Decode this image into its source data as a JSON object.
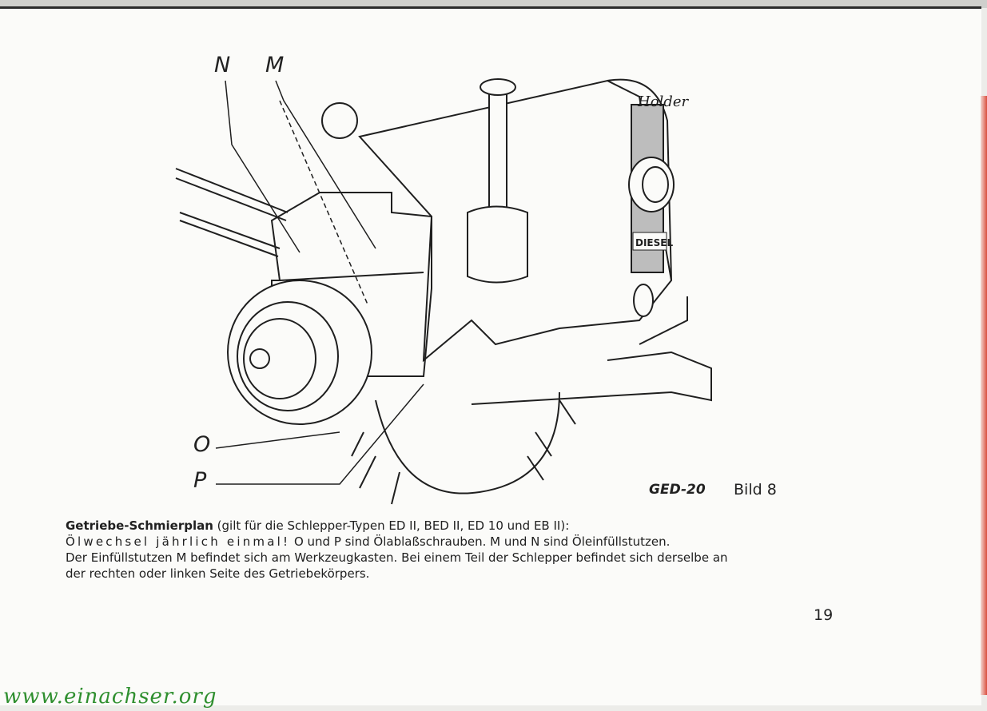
{
  "figure": {
    "labels": {
      "n": "N",
      "m": "M",
      "o": "O",
      "p": "P"
    },
    "plate_text_top": "Holder",
    "plate_text_diesel": "DIESEL",
    "caption_code": "GED-20",
    "caption_bild": "Bild 8"
  },
  "text": {
    "heading": "Getriebe-Schmierplan",
    "heading_rest": " (gilt für die Schlepper-Typen ED II, BED II, ED 10 und EB II):",
    "line2_spaced": "Ölwechsel jährlich einmal!",
    "line2_rest": " O und P sind Ölablaßschrauben. M und N sind Öleinfüllstutzen.",
    "line3": "Der Einfüllstutzen M befindet sich am Werkzeugkasten. Bei einem Teil der Schlepper befindet sich derselbe an",
    "line4": "der rechten oder linken Seite des Getriebekörpers."
  },
  "page_number": "19",
  "watermark": "www.einachser.org"
}
